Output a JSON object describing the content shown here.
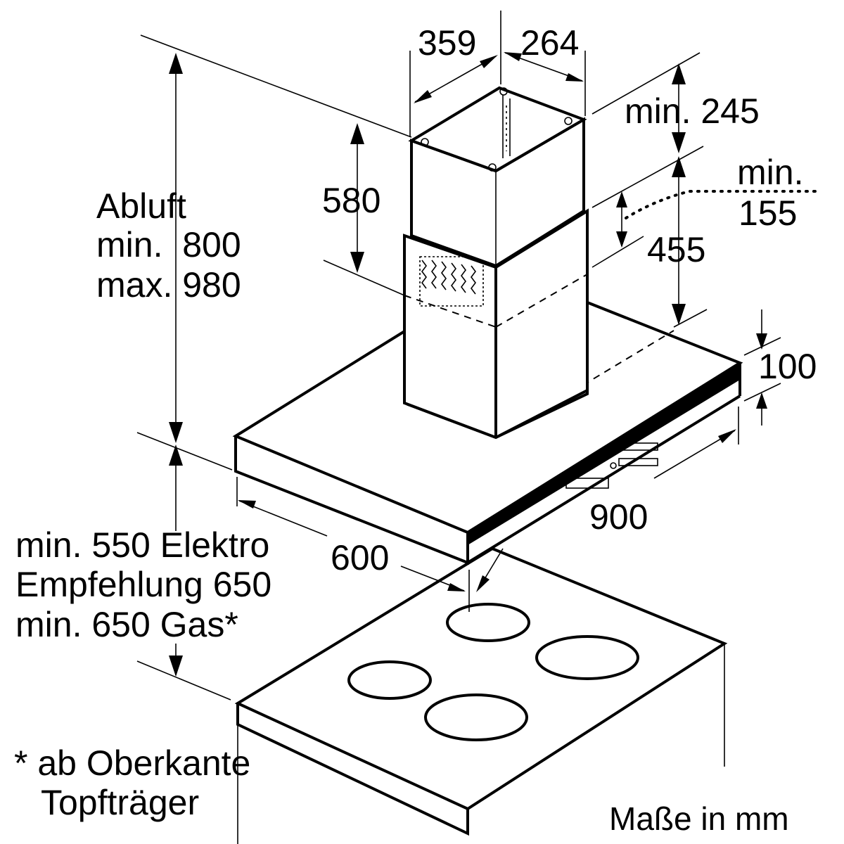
{
  "dimensions": {
    "chimney_width": "359",
    "chimney_depth": "264",
    "chimney_lower_height": "580",
    "top_clearance": "min. 245",
    "inner_offset_top": "min.",
    "inner_offset_bottom": "155",
    "adjust_range": "455",
    "canopy_height": "100",
    "canopy_width": "900",
    "canopy_depth": "600"
  },
  "exhaust_label": {
    "line1": "Abluft",
    "line2": "min.  800",
    "line3": "max. 980"
  },
  "hob_distance": {
    "line1": "min. 550 Elektro",
    "line2": "Empfehlung 650",
    "line3": "min. 650 Gas*"
  },
  "footnote": {
    "line1": "* ab Oberkante",
    "line2": "Topfträger"
  },
  "units_note": "Maße in mm"
}
